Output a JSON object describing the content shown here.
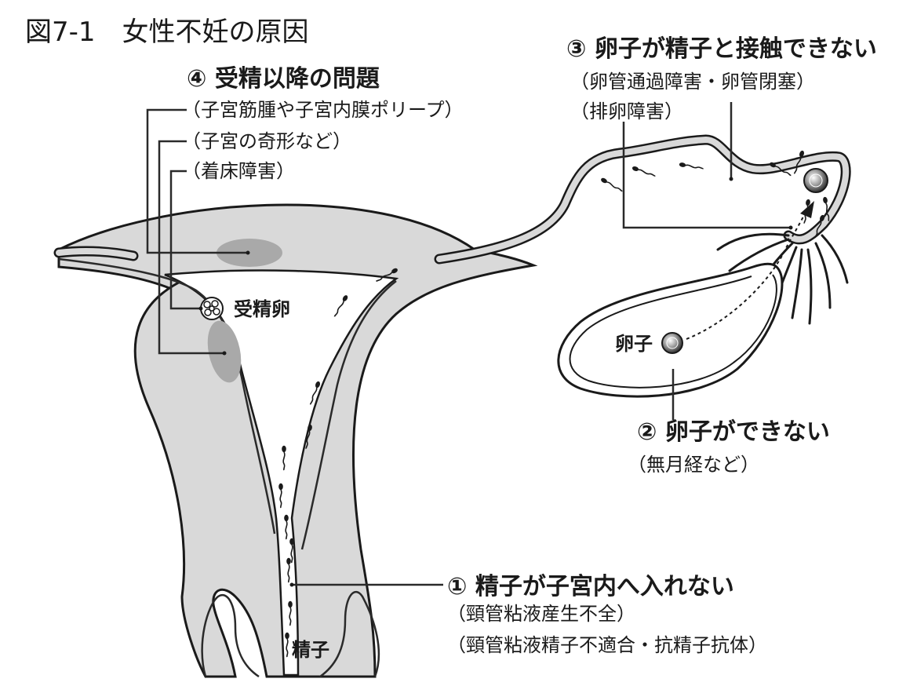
{
  "figure": {
    "title": "図7-1　女性不妊の原因"
  },
  "causes": {
    "c1": {
      "heading": "① 精子が子宮内へ入れない",
      "details": [
        "（頸管粘液産生不全）",
        "（頸管粘液精子不適合・抗精子抗体）"
      ]
    },
    "c2": {
      "heading": "② 卵子ができない",
      "details": [
        "（無月経など）"
      ]
    },
    "c3": {
      "heading": "③ 卵子が精子と接触できない",
      "details": [
        "（卵管通過障害・卵管閉塞）",
        "（排卵障害）"
      ]
    },
    "c4": {
      "heading": "④ 受精以降の問題",
      "details": [
        "（子宮筋腫や子宮内膜ポリープ）",
        "（子宮の奇形など）",
        "（着床障害）"
      ]
    }
  },
  "labels": {
    "fertilized_egg": "受精卵",
    "egg": "卵子",
    "sperm": "精子"
  },
  "colors": {
    "tissue": "#d9d9d9",
    "lesion": "#a9a9a9",
    "outline": "#1a1a1a"
  }
}
